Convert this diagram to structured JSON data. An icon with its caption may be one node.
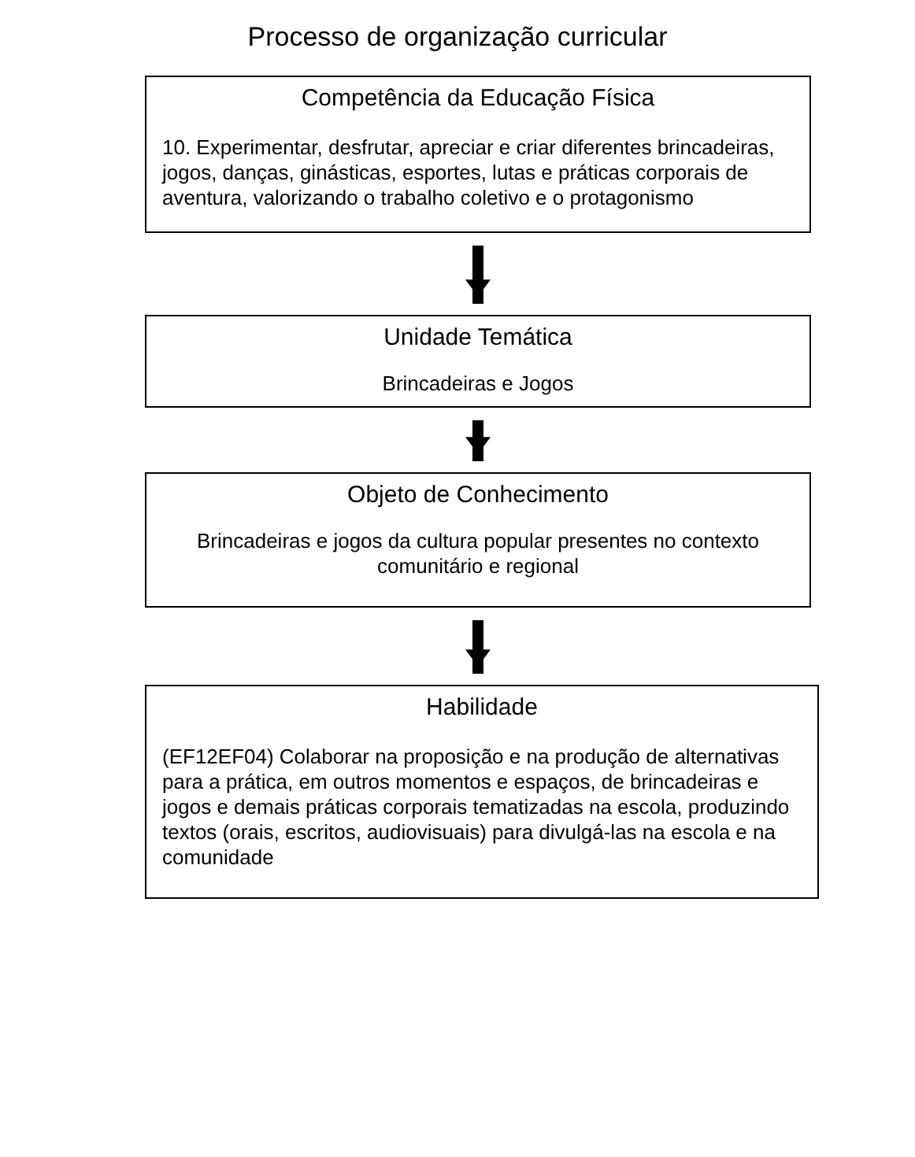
{
  "diagram": {
    "title": "Processo de organização curricular",
    "nodes": [
      {
        "text": [
          "Competência da Educação Física",
          "10. Experimentar, desfrutar, apreciar e criar diferentes brincadeiras, jogos, danças, ginásticas, esportes, lutas e práticas corporais de aventura, valorizando o trabalho coletivo e o protagonismo"
        ]
      },
      {
        "text": [
          "Unidade Temática",
          "Brincadeiras e Jogos"
        ]
      },
      {
        "text": [
          "Objeto de Conhecimento",
          "Brincadeiras e jogos da cultura popular presentes no contexto comunitário e regional"
        ]
      },
      {
        "text": [
          "Habilidade",
          "(EF12EF04) Colaborar na proposição e na produção de alternativas para a prática, em outros momentos e espaços, de brincadeiras e jogos e demais práticas corporais tematizadas na escola, produzindo textos (orais, escritos, audiovisuais) para divulgá-las na escola e na comunidade"
        ]
      }
    ],
    "edges": [
      {
        "from": 0,
        "to": 1,
        "arrow": "to"
      },
      {
        "from": 1,
        "to": 2,
        "arrow": "to"
      },
      {
        "from": 2,
        "to": 3,
        "arrow": "to"
      }
    ]
  }
}
